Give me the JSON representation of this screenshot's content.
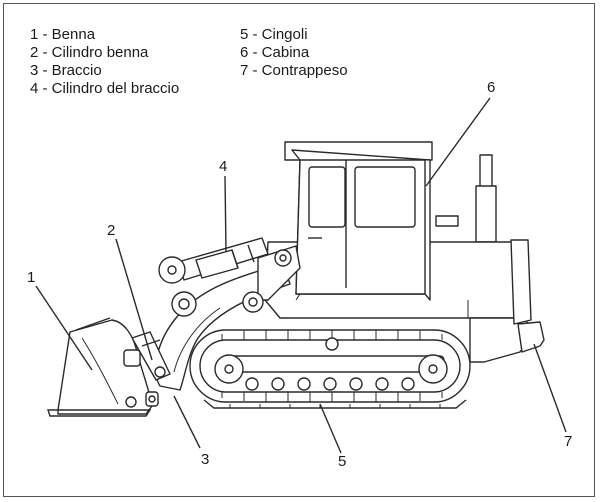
{
  "diagram": {
    "legend": {
      "column_1": [
        "1 - Benna",
        "2 - Cilindro benna",
        "3 - Braccio",
        "4 - Cilindro del braccio"
      ],
      "column_2": [
        "5 - Cingoli",
        "6 - Cabina",
        "7 - Contrappeso"
      ]
    },
    "callouts": {
      "benna": "1",
      "cilindro_benna": "2",
      "braccio": "3",
      "cilindro_braccio": "4",
      "cingoli": "5",
      "cabina": "6",
      "contrappeso": "7"
    }
  }
}
